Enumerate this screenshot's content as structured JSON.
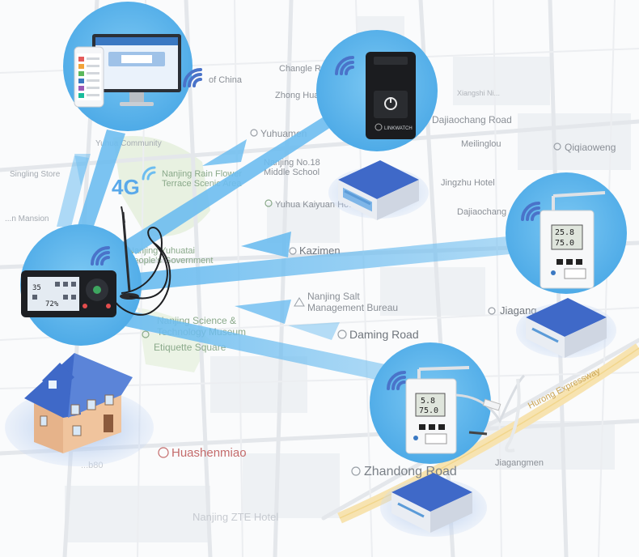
{
  "map": {
    "labels": [
      {
        "id": "changle-road",
        "text": "Changle Road"
      },
      {
        "id": "capital-of-china",
        "text": "of China"
      },
      {
        "id": "zhong-hua-men",
        "text": "Zhong Hua Men"
      },
      {
        "id": "xiangshi",
        "text": "Xiangshi Ni..."
      },
      {
        "id": "yuhuamen",
        "text": "Yuhuamen"
      },
      {
        "id": "dajiaochang-road",
        "text": "Dajiaochang Road"
      },
      {
        "id": "yuhua-community",
        "text": "Yuhua Community"
      },
      {
        "id": "meilinglou",
        "text": "Meilinglou"
      },
      {
        "id": "qiqiaoweng",
        "text": "Qiqiaoweng"
      },
      {
        "id": "rain-flower",
        "text": "Nanjing Rain Flower\nTerrace Scenic Area"
      },
      {
        "id": "no18-school",
        "text": "Nanjing No.18\nMiddle School"
      },
      {
        "id": "jingzhu-hotel",
        "text": "Jingzhu Hotel"
      },
      {
        "id": "singling-store",
        "text": "Singling Store"
      },
      {
        "id": "yuhua-kaiyuan",
        "text": "Yuhua Kaiyuan Hotel"
      },
      {
        "id": "dajiaochang",
        "text": "Dajiaochang"
      },
      {
        "id": "mansion",
        "text": "...n Mansion"
      },
      {
        "id": "kazimen",
        "text": "Kazimen"
      },
      {
        "id": "yuhuatai-gov",
        "text": "Nanjing Yuhuatai\nPeople's Government"
      },
      {
        "id": "salt-bureau",
        "text": "Nanjing Salt\nManagement Bureau"
      },
      {
        "id": "jiagang",
        "text": "Jiagang"
      },
      {
        "id": "science-museum",
        "text": "Nanjing Science &\nTechnology Museum"
      },
      {
        "id": "etiquette-square",
        "text": "Etiquette Square"
      },
      {
        "id": "daming-road",
        "text": "Daming Road"
      },
      {
        "id": "hurong-expressway",
        "text": "Hurong Expressway"
      },
      {
        "id": "huashenmiao",
        "text": "Huashenmiao"
      },
      {
        "id": "jiagangmen",
        "text": "Jiagangmen"
      },
      {
        "id": "zhandong-road",
        "text": "Zhandong Road"
      },
      {
        "id": "zte-hotel",
        "text": "Nanjing ZTE Hotel"
      },
      {
        "id": "station-faded",
        "text": "...b80"
      }
    ]
  },
  "network": {
    "badge_4g": "4G",
    "wifi_color": "#4a73c9",
    "beam_color": "#6dbdf0",
    "circle_color": "#5cb6ec",
    "house_color": "#3f69c8"
  },
  "devices": {
    "gateway_brand": "LINKWATCH",
    "logger_right_readout": [
      "25.8",
      "75.0"
    ],
    "logger_bottom_readout": [
      "5.8",
      "75.0"
    ],
    "monitor_readout": [
      "35",
      "72%"
    ]
  }
}
